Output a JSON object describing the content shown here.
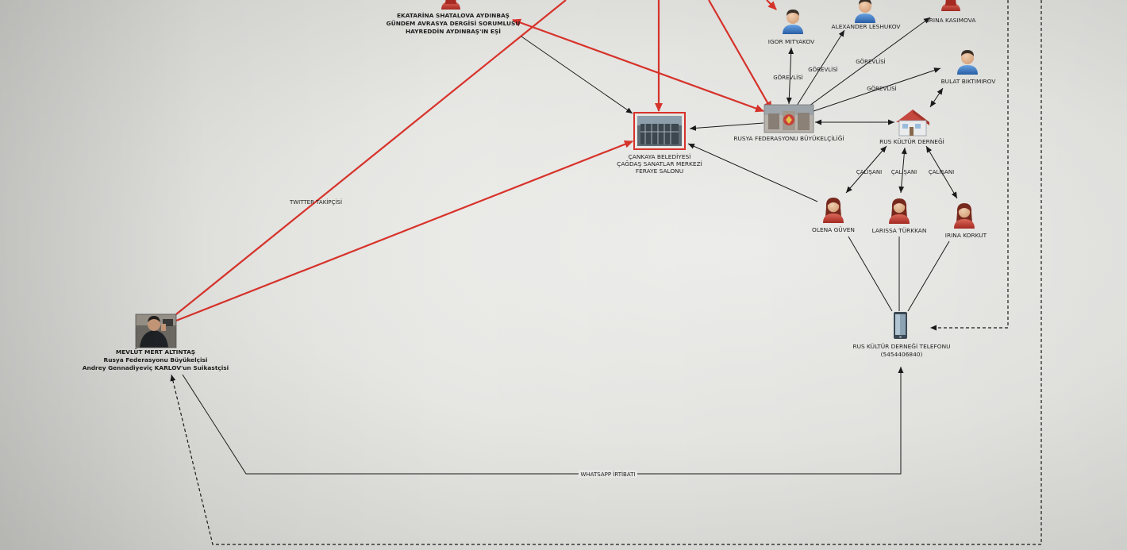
{
  "colors": {
    "red_link": "#d8332b",
    "black_link": "#1a1a1a",
    "man": "#3a78c8",
    "woman": "#b8322c",
    "label": "#1e1e1e"
  },
  "nodes": {
    "ekaterina": {
      "icon": "woman-icon",
      "lines": [
        "EKATARİNA SHATALOVA AYDINBAŞ",
        "GÜNDEM AVRASYA DERGİSİ SORUMLUSU",
        "HAYREDDİN AYDINBAŞ'IN EŞİ"
      ]
    },
    "igor": {
      "icon": "man-icon",
      "lines": [
        "IGOR MITYAKOV"
      ]
    },
    "alexander": {
      "icon": "man-icon",
      "lines": [
        "ALEXANDER LESHUKOV"
      ]
    },
    "irina_k": {
      "icon": "woman-icon",
      "lines": [
        "IRINA KASIMOVA"
      ]
    },
    "bulat": {
      "icon": "man-icon",
      "lines": [
        "BULAT BIKTIMIROV"
      ]
    },
    "embassy": {
      "icon": "embassy-photo",
      "lines": [
        "RUSYA FEDERASYONU BÜYÜKELÇİLİĞİ"
      ]
    },
    "cankaya": {
      "icon": "building-photo",
      "lines": [
        "ÇANKAYA BELEDİYESİ",
        "ÇAĞDAŞ SANATLAR MERKEZİ",
        "FERAYE SALONU"
      ]
    },
    "kultur": {
      "icon": "house-icon",
      "lines": [
        "RUS KÜLTÜR DERNEĞİ"
      ]
    },
    "olena": {
      "icon": "woman-icon",
      "lines": [
        "OLENA GÜVEN"
      ]
    },
    "larissa": {
      "icon": "woman-icon",
      "lines": [
        "LARISSA TÜRKKAN"
      ]
    },
    "irina_korkut": {
      "icon": "woman-icon",
      "lines": [
        "IRINA KORKUT"
      ]
    },
    "phone": {
      "icon": "phone-icon",
      "lines": [
        "RUS KÜLTÜR DERNEĞİ TELEFONU",
        "(5454406840)"
      ]
    },
    "mevlut": {
      "icon": "person-photo",
      "lines": [
        "MEVLÜT MERT ALTINTAŞ",
        "Rusya Federasyonu Büyükelçisi",
        "Andrey Gennadiyeviç KARLOV'un Suikastçisi"
      ]
    }
  },
  "edge_labels": {
    "twitter": "TWITTER TAKİPÇİSİ",
    "gorevlisi": "GÖREVLİSİ",
    "calisani": "ÇALIŞANI",
    "whatsapp": "WHATSAPP İRTİBATI"
  }
}
